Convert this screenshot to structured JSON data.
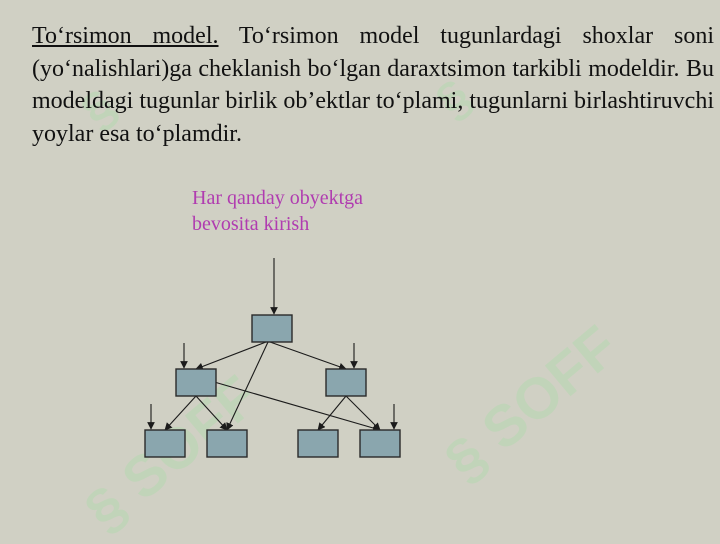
{
  "watermark": {
    "text": "SOFF",
    "logo_mark": "§"
  },
  "paragraph": {
    "term": "To‘rsimon model.",
    "body": " To‘rsimon model tugunlardagi shoxlar soni (yo‘nalishlari)ga cheklanish bo‘lgan daraxtsimon tarkibli modeldir. Bu modeldagi tugunlar birlik ob’ektlar to‘plami, tugunlarni birlashtiruvchi yoylar esa to‘plamdir."
  },
  "callout": {
    "line1": "Har qanday obyektga",
    "line2": "bevosita kirish",
    "color": "#b03cb0"
  },
  "diagram": {
    "node_fill": "#8aa6ae",
    "nodes": [
      "root",
      "mid-left",
      "mid-right",
      "leaf-1",
      "leaf-2",
      "leaf-3",
      "leaf-4"
    ],
    "edges": [
      [
        "root",
        "mid-left"
      ],
      [
        "root",
        "mid-right"
      ],
      [
        "root",
        "leaf-2"
      ],
      [
        "mid-left",
        "leaf-1"
      ],
      [
        "mid-left",
        "leaf-2"
      ],
      [
        "mid-left",
        "leaf-4"
      ],
      [
        "mid-right",
        "leaf-3"
      ],
      [
        "mid-right",
        "leaf-4"
      ]
    ],
    "entry_arrows": [
      "root",
      "mid-left",
      "mid-right",
      "leaf-1",
      "leaf-4"
    ]
  }
}
